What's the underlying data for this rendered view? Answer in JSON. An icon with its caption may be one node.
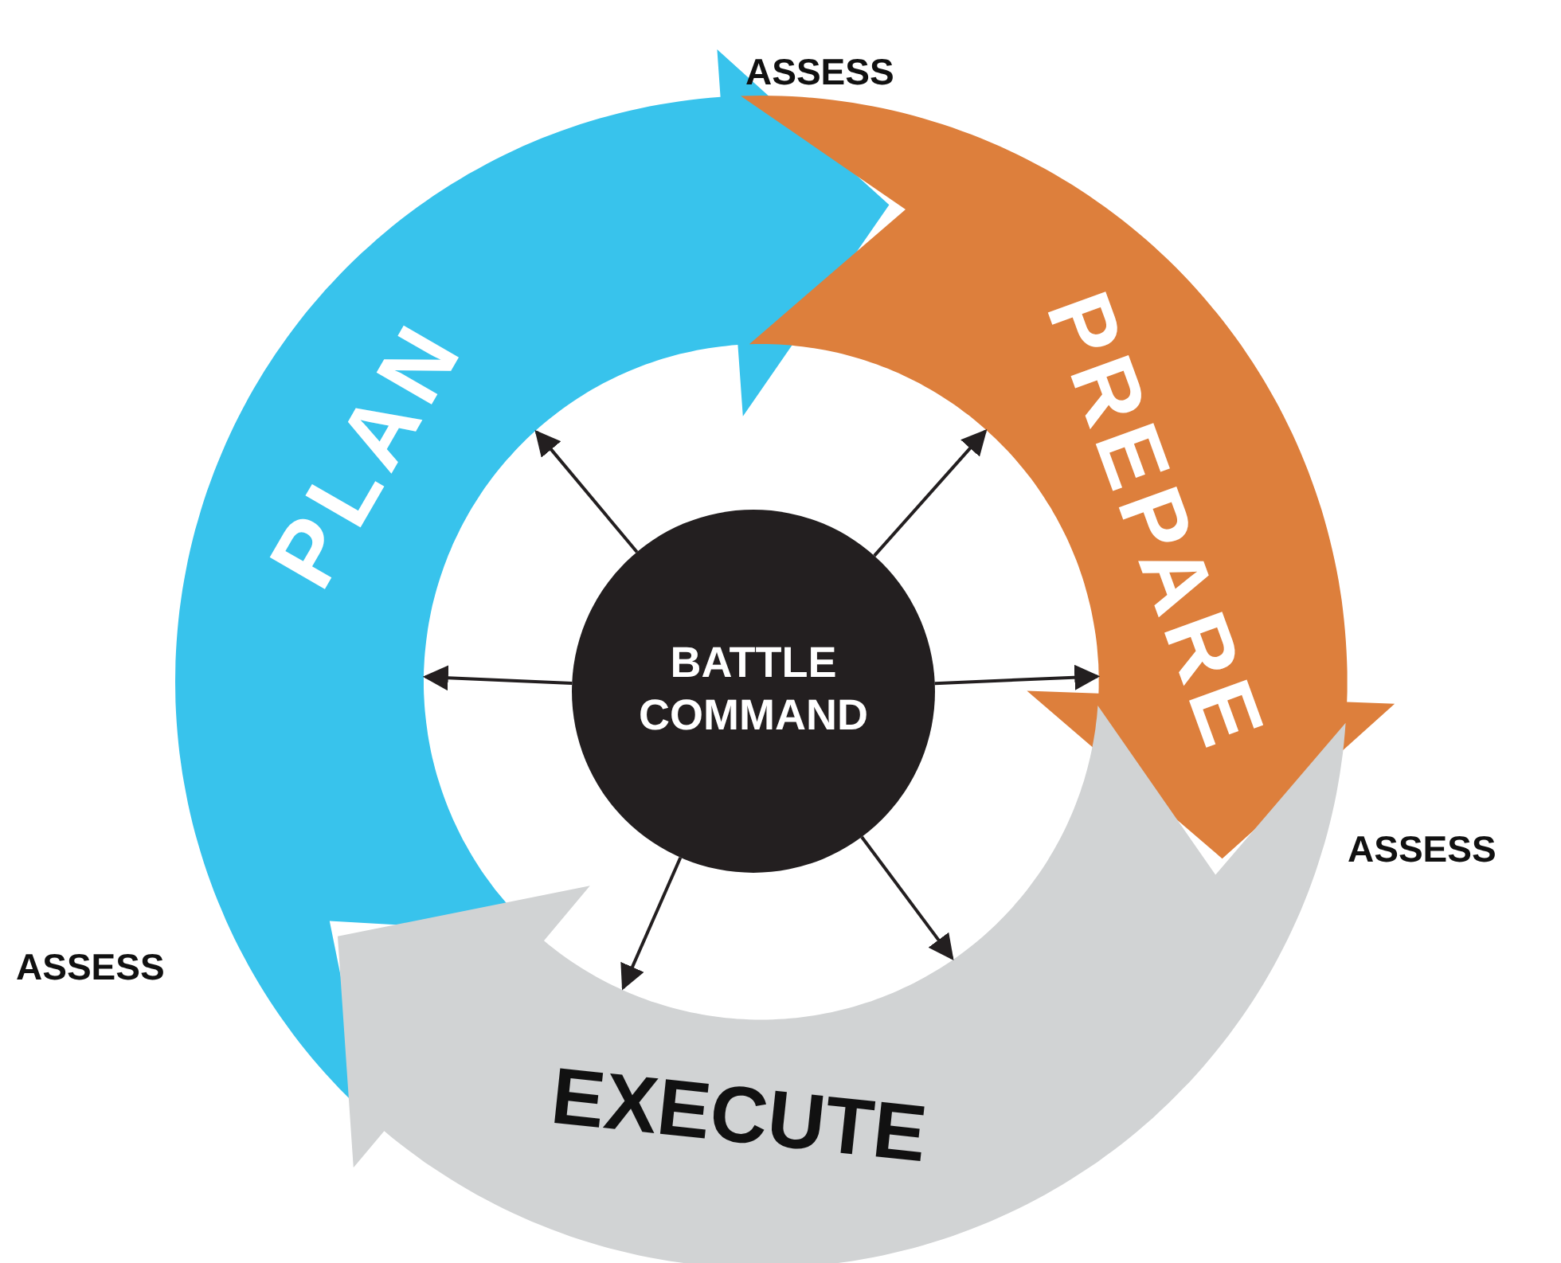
{
  "diagram": {
    "nodes": [
      {
        "text": [
          "PLAN"
        ]
      },
      {
        "text": [
          "PREPARE"
        ]
      },
      {
        "text": [
          "EXECUTE"
        ]
      },
      {
        "text": [
          "BATTLE COMMAND"
        ]
      }
    ],
    "edges": [
      {
        "from": 3,
        "to": 0,
        "arrow": "to"
      },
      {
        "from": 3,
        "to": 0,
        "arrow": "to"
      },
      {
        "from": 3,
        "to": 2,
        "arrow": "to"
      },
      {
        "from": 3,
        "to": 2,
        "arrow": "to"
      },
      {
        "from": 3,
        "to": 1,
        "arrow": "to"
      },
      {
        "from": 3,
        "to": 1,
        "arrow": "to"
      }
    ],
    "labels": [
      "ASSESS",
      "ASSESS",
      "ASSESS"
    ]
  }
}
